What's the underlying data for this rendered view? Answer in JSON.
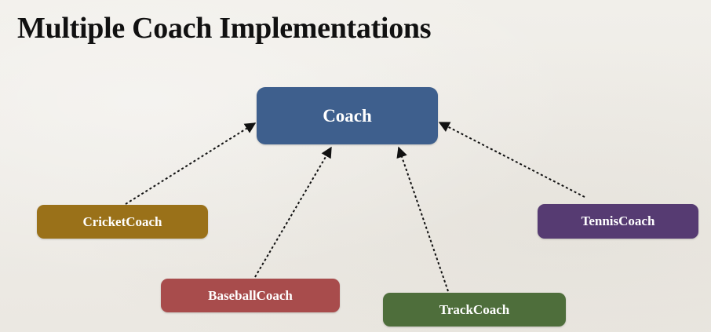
{
  "title": "Multiple Coach Implementations",
  "diagram": {
    "root": {
      "label": "Coach",
      "color": "#3e5f8d"
    },
    "implementations": [
      {
        "label": "CricketCoach",
        "color": "#9a7119"
      },
      {
        "label": "BaseballCoach",
        "color": "#a84c4c"
      },
      {
        "label": "TrackCoach",
        "color": "#4e6e3b"
      },
      {
        "label": "TennisCoach",
        "color": "#563b72"
      }
    ],
    "edge_style": "dotted-arrow"
  }
}
